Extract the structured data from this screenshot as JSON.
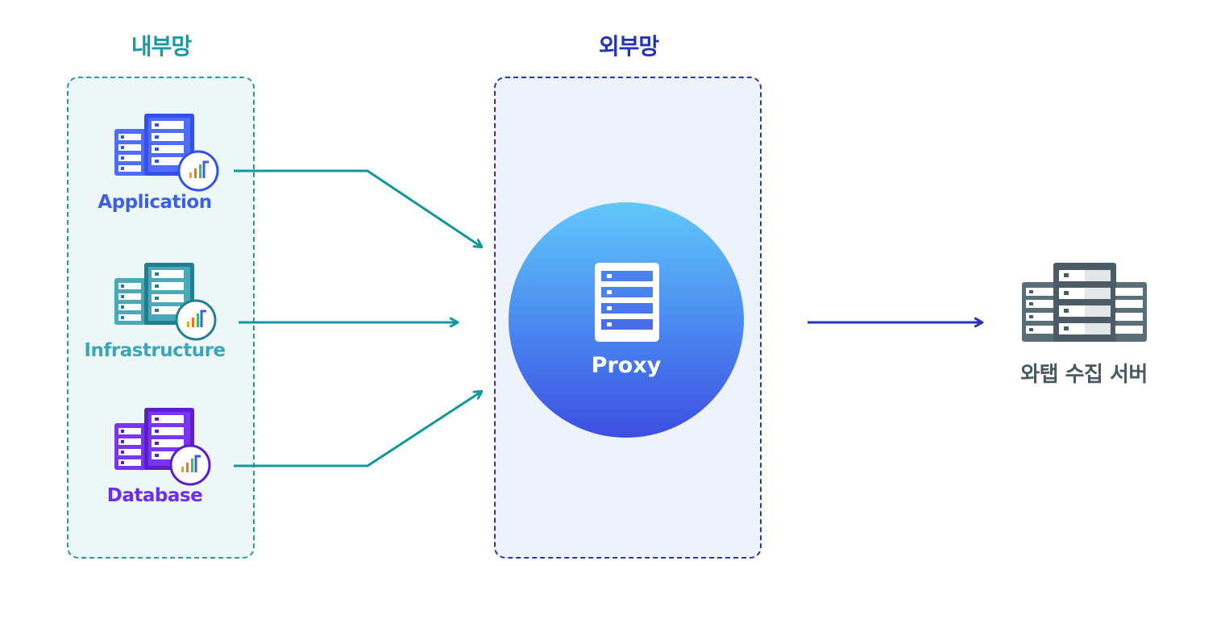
{
  "zones": {
    "internal": {
      "title": "내부망"
    },
    "external": {
      "title": "외부망"
    }
  },
  "sources": [
    {
      "label": "Application",
      "color": "#3a5fe6"
    },
    {
      "label": "Infrastructure",
      "color": "#3aa6b8"
    },
    {
      "label": "Database",
      "color": "#6a2ef2"
    }
  ],
  "proxy": {
    "label": "Proxy"
  },
  "collector": {
    "label": "와탭 수집 서버"
  },
  "colors": {
    "internal_accent": "#1a9aa2",
    "external_accent": "#2433b8",
    "arrow_internal": "#12979c",
    "arrow_external": "#2433b8"
  },
  "icons": {
    "source_node": "server-rack-with-monitor-badge-icon",
    "proxy": "server-icon",
    "collector": "server-cluster-icon"
  }
}
